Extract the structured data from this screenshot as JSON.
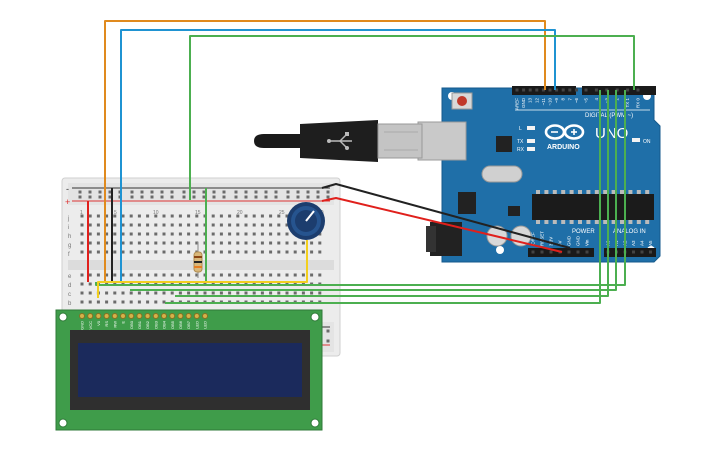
{
  "arduino": {
    "brand": "ARDUINO",
    "model": "UNO",
    "digital_label": "DIGITAL (PWM ~)",
    "power_label": "POWER",
    "analog_label": "ANALOG IN",
    "on_label": "ON",
    "l_label": "L",
    "tx_label": "TX",
    "rx_label": "RX",
    "top_pins": [
      "AREF",
      "GND",
      "13",
      "12",
      "~11",
      "~10",
      "~9",
      "8",
      "7",
      "~6",
      "~5",
      "4",
      "~3",
      "2",
      "TX 1",
      "RX 0"
    ],
    "power_pins": [
      "IOREF",
      "RESET",
      "3.3V",
      "5V",
      "GND",
      "GND",
      "Vin"
    ],
    "analog_pins": [
      "A0",
      "A1",
      "A2",
      "A3",
      "A4",
      "A5"
    ]
  },
  "breadboard": {
    "col_numbers": [
      "1",
      "5",
      "10",
      "15",
      "20",
      "25",
      "30"
    ],
    "row_letters_top": [
      "j",
      "i",
      "h",
      "g",
      "f"
    ],
    "row_letters_bottom": [
      "e",
      "d",
      "c",
      "b",
      "a"
    ],
    "rail_plus": "+",
    "rail_minus": "-"
  },
  "lcd": {
    "pins": [
      "GND",
      "VCC",
      "V0",
      "RS",
      "RW",
      "E",
      "DB0",
      "DB1",
      "DB2",
      "DB3",
      "DB4",
      "DB5",
      "DB6",
      "DB7",
      "LED",
      "LED"
    ]
  },
  "colors": {
    "wire_orange": "#e08a1e",
    "wire_blue": "#1f93d2",
    "wire_green": "#4caf50",
    "wire_red": "#e0201c",
    "wire_black": "#222222",
    "wire_yellow": "#f2cf1f",
    "arduino_blue": "#1f6fa8",
    "lcd_green": "#3f9c4a",
    "lcd_screen": "#1b2a5c"
  },
  "icons": [
    "usb-plug-icon",
    "arduino-logo-icon",
    "potentiometer-icon",
    "reset-button-icon"
  ]
}
